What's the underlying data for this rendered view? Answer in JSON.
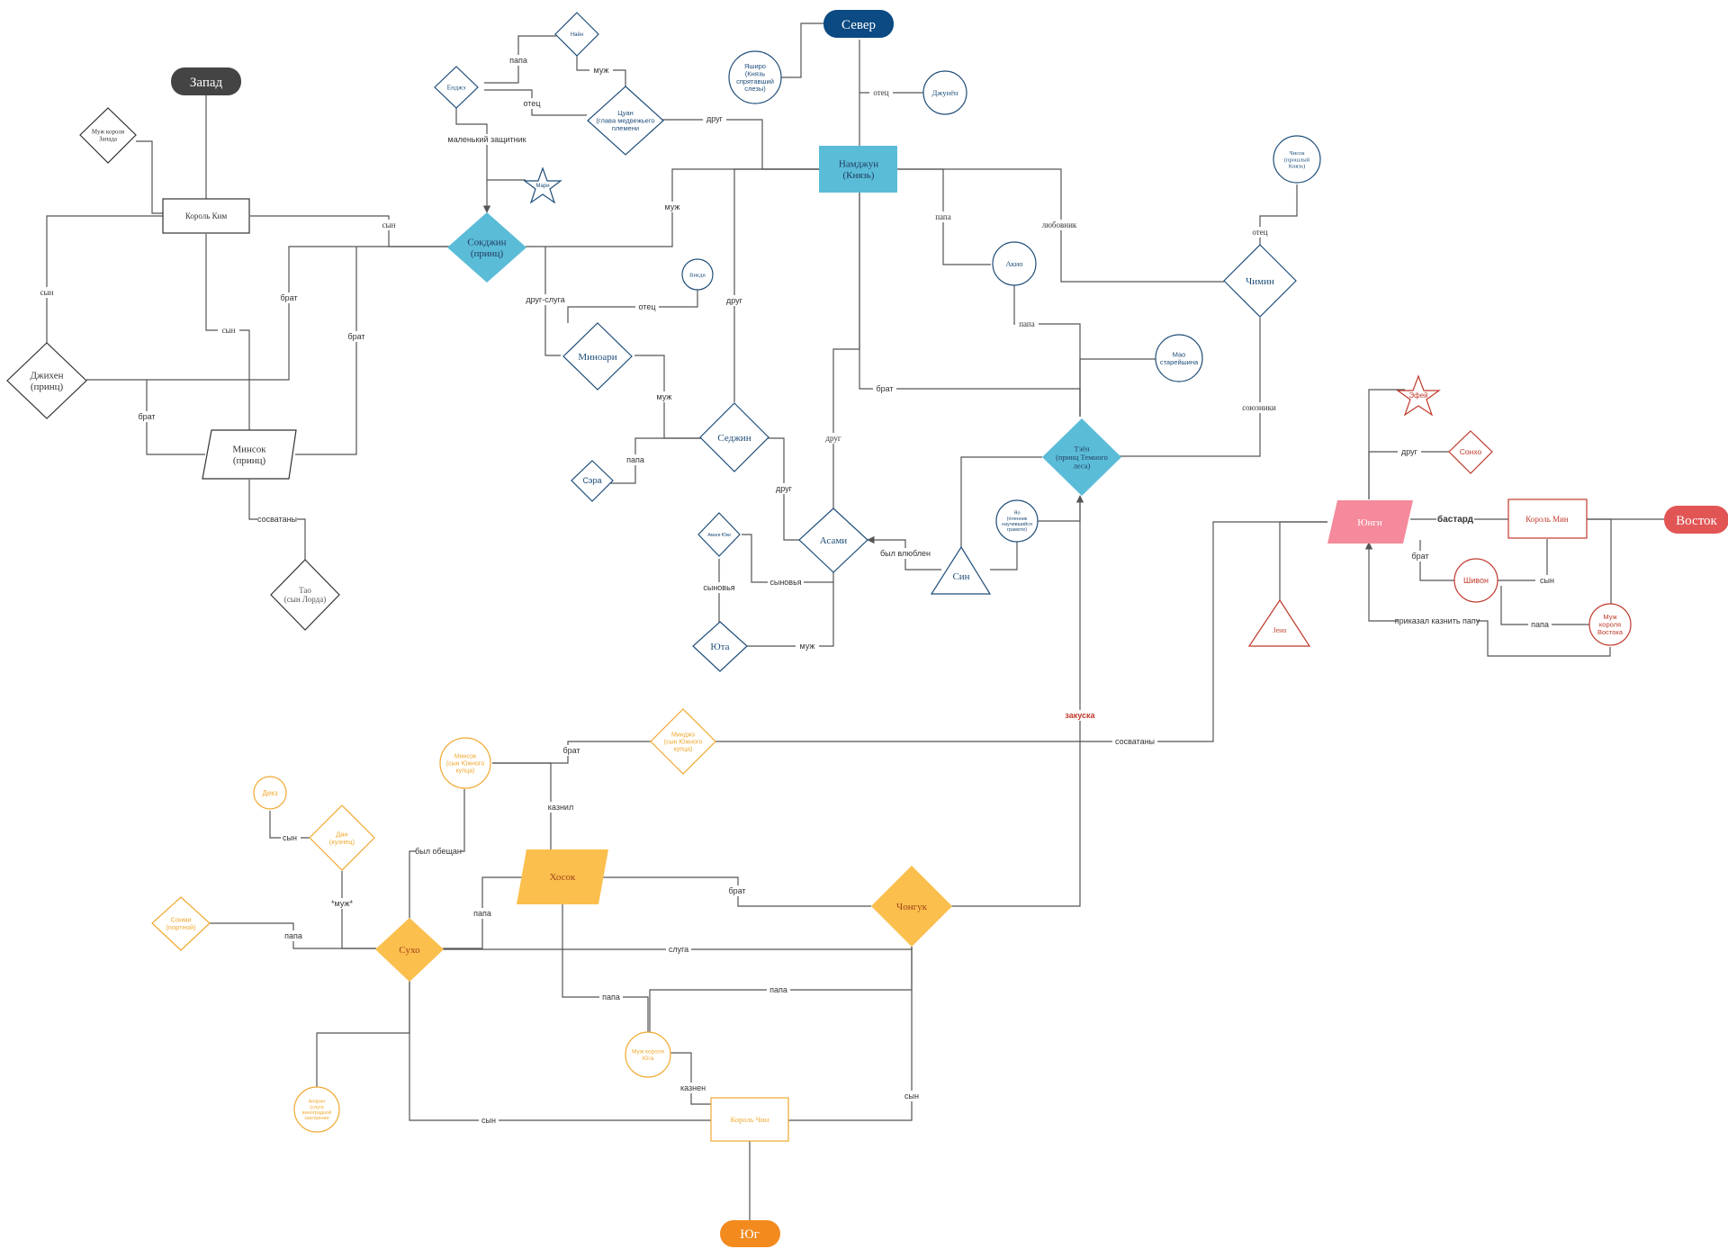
{
  "regions": {
    "west": "Запад",
    "north": "Север",
    "east": "Восток",
    "south": "Юг"
  },
  "nodes": {
    "west": {
      "king_kim": "Король Ким",
      "west_king_husband": "Муж короля Запада",
      "jin": "Джихен\n(принц)",
      "minsok": "Минсок\n(принц)",
      "tao": "Тао\n(сын Лорда)"
    },
    "north": {
      "yashiro": "Яширо\n(Князь\nспрятавший\nслезы)",
      "jun": "Джунён",
      "namjun": "Намджун\n(Князь)",
      "naen": "Наён",
      "enje": "Енджэ",
      "tsuan": "Цуан\n(глава медвежьего\nплемени",
      "mari": "Мари",
      "sokjin": "Сокджин\n(принц)",
      "vikdi": "Викди",
      "minoari": "Миноари",
      "sejin": "Седжин",
      "sera": "Сэра",
      "asami": "Асами",
      "amagi": "Амаги Юки",
      "yuta": "Юта",
      "sin": "Син",
      "akio": "Акио",
      "mao": "Мао\nстарейшина",
      "chisok": "Чисок\n(прошлый\nКнязь)",
      "jimin": "Чимин",
      "tejon": "Тэён\n(принц Темного\nлеса)",
      "yao": "Яо\n(пленник\nнаучившийся\nграмоте)"
    },
    "east": {
      "yungi": "Юнги",
      "efei": "Эфей",
      "sonho": "Сонхо",
      "king_min": "Король Мин",
      "shivon": "Шивон",
      "east_king_husband": "Муж\nкороля\nВостока",
      "jeno": "Јено"
    },
    "south": {
      "minsok_south": "Минсок\n(сын Южного\nкупца)",
      "minje": "Минджэ\n(сын Южного\nкупца)",
      "dex": "Декз",
      "dan": "Дан\n(кузнец)",
      "sonmi": "Сонми\n(портной)",
      "suho": "Сухо",
      "hosok": "Хосок",
      "chonguk": "Чонгук",
      "yut_king_husband": "Муж короля\nЮга",
      "king_chin": "Король Чин",
      "apple_servant": "Апарин\n(слуга\nвиноградной\nсмотрения"
    }
  },
  "edge_labels": {
    "son": "сын",
    "brother": "брат",
    "engaged": "сосватаны",
    "dad": "папа",
    "husband": "муж",
    "father": "отец",
    "little_defender": "маленький защитник",
    "friend": "друг",
    "friend_servant": "друг-слуга",
    "lover": "любовник",
    "allies": "союзники",
    "fell_in_love": "был влюблен",
    "sons": "сыновья",
    "bastard": "бастард",
    "ordered_execute_dad": "приказал казнить папу",
    "snack": "закуска",
    "executed_by": "казнил",
    "promised": "был обещан",
    "husband_quoted": "*муж*",
    "servant": "слуга",
    "executed": "казнен"
  },
  "colors": {
    "west": "#333333",
    "north": "#1f4e79",
    "north_fill": "#5bbcd8",
    "east": "#c0392b",
    "east_fill": "#f48a9b",
    "south": "#f0a830",
    "south_fill": "#fbbf4d",
    "north_pill": "#0b4a82",
    "west_pill": "#444444",
    "east_pill": "#e25555",
    "south_pill": "#f28a1e"
  }
}
